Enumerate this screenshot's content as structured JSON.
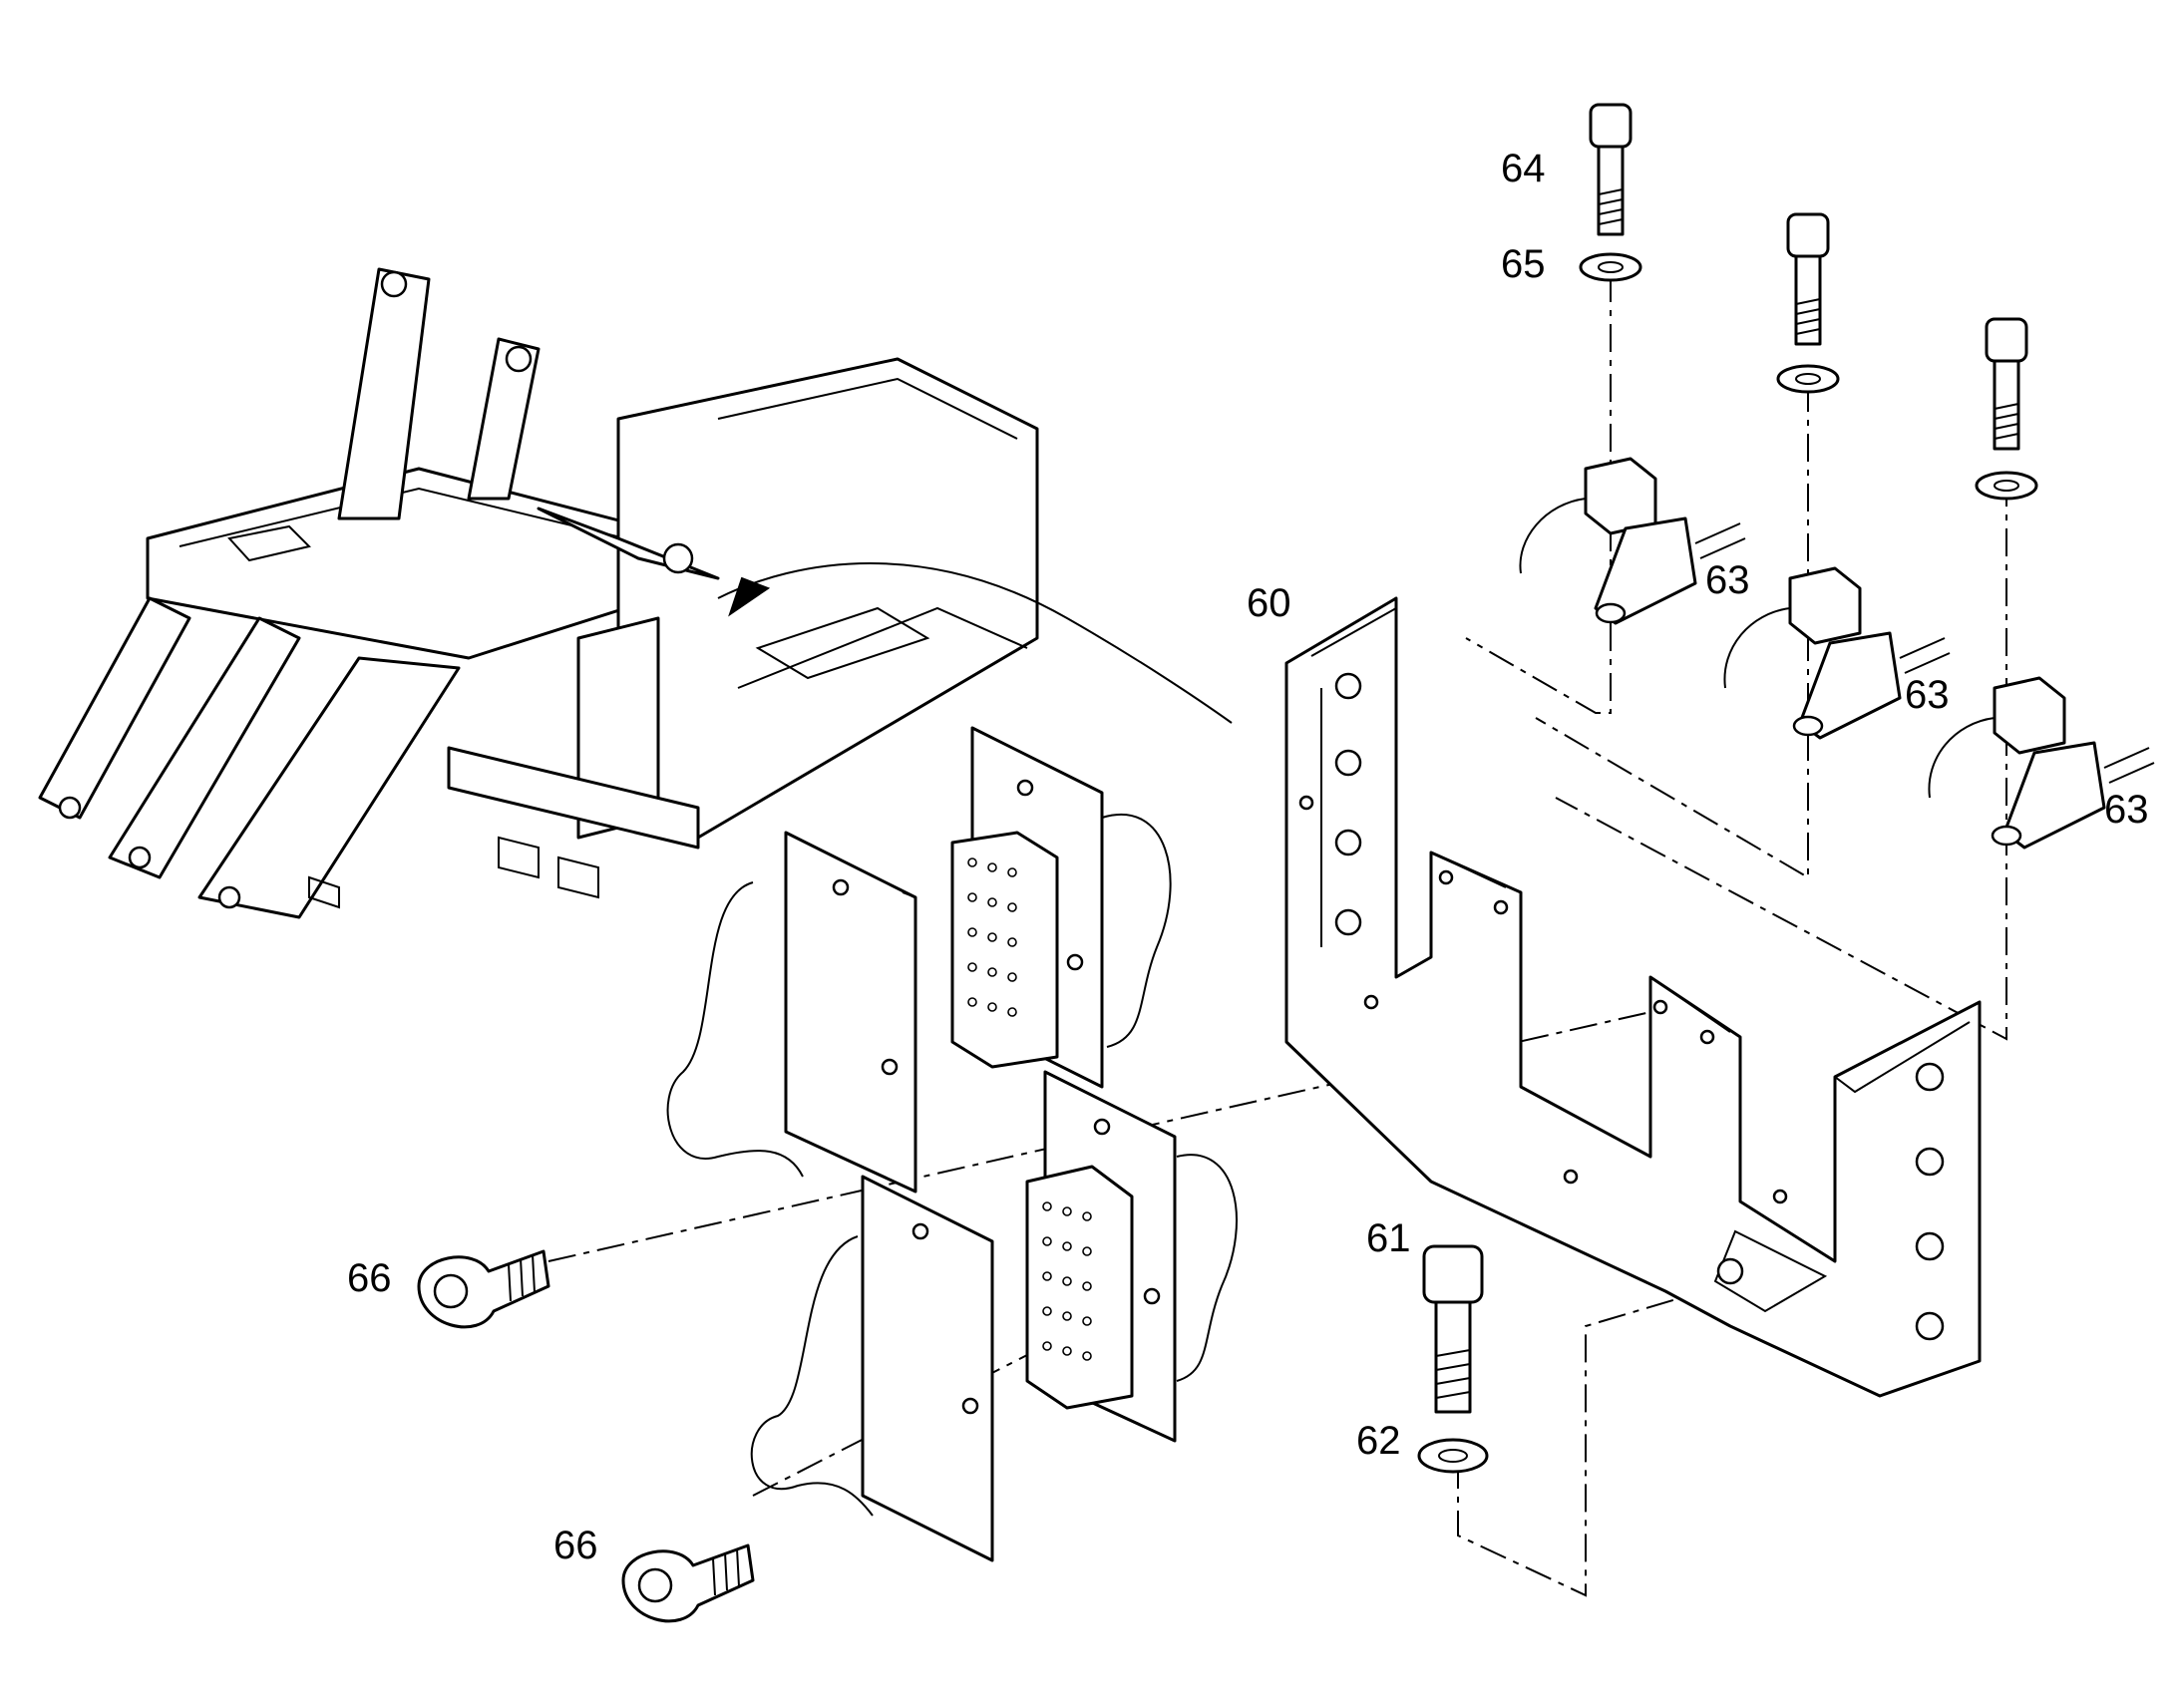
{
  "callouts": {
    "c60": "60",
    "c61": "61",
    "c62": "62",
    "c63a": "63",
    "c63b": "63",
    "c63c": "63",
    "c64": "64",
    "c65": "65",
    "c66a": "66",
    "c66b": "66"
  },
  "icons": {
    "direction_arrow": "arrow-icon"
  }
}
